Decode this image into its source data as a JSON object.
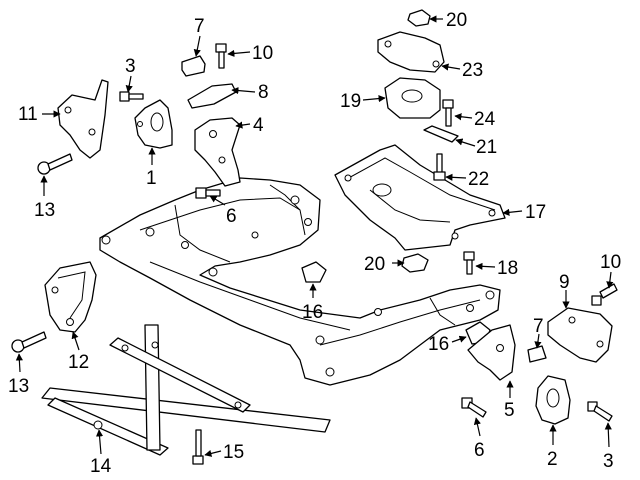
{
  "diagram": {
    "callouts": [
      {
        "id": "c7a",
        "label": "7"
      },
      {
        "id": "c10a",
        "label": "10"
      },
      {
        "id": "c3a",
        "label": "3"
      },
      {
        "id": "c8",
        "label": "8"
      },
      {
        "id": "c11",
        "label": "11"
      },
      {
        "id": "c4",
        "label": "4"
      },
      {
        "id": "c1",
        "label": "1"
      },
      {
        "id": "c13a",
        "label": "13"
      },
      {
        "id": "c6a",
        "label": "6"
      },
      {
        "id": "c20a",
        "label": "20"
      },
      {
        "id": "c23",
        "label": "23"
      },
      {
        "id": "c19",
        "label": "19"
      },
      {
        "id": "c24",
        "label": "24"
      },
      {
        "id": "c21",
        "label": "21"
      },
      {
        "id": "c22",
        "label": "22"
      },
      {
        "id": "c17",
        "label": "17"
      },
      {
        "id": "c20b",
        "label": "20"
      },
      {
        "id": "c18",
        "label": "18"
      },
      {
        "id": "c16a",
        "label": "16"
      },
      {
        "id": "c9",
        "label": "9"
      },
      {
        "id": "c10b",
        "label": "10"
      },
      {
        "id": "c7b",
        "label": "7"
      },
      {
        "id": "c16b",
        "label": "16"
      },
      {
        "id": "c12",
        "label": "12"
      },
      {
        "id": "c13b",
        "label": "13"
      },
      {
        "id": "c5",
        "label": "5"
      },
      {
        "id": "c6b",
        "label": "6"
      },
      {
        "id": "c2",
        "label": "2"
      },
      {
        "id": "c3b",
        "label": "3"
      },
      {
        "id": "c14",
        "label": "14"
      },
      {
        "id": "c15",
        "label": "15"
      }
    ]
  }
}
